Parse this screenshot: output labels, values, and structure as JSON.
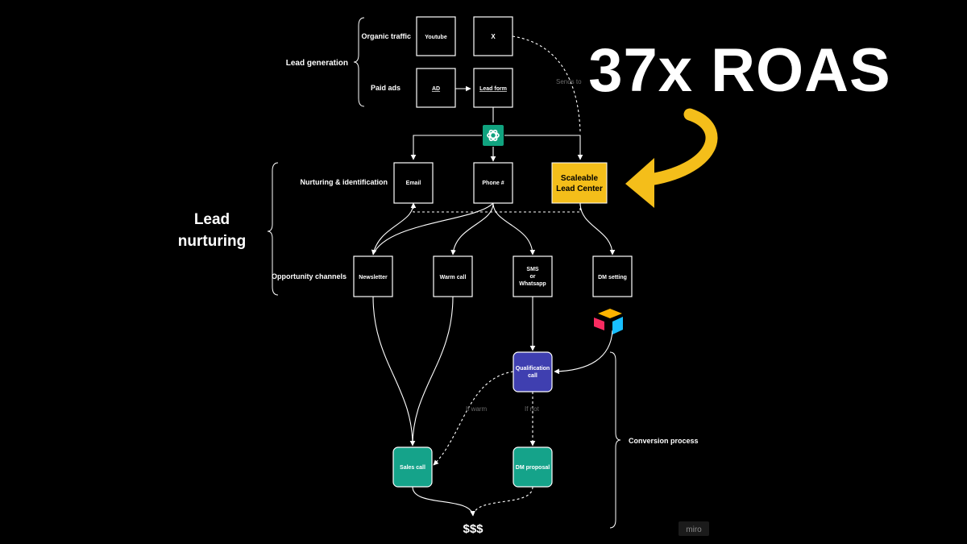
{
  "headline": "37x ROAS",
  "colors": {
    "background": "#000000",
    "accent_yellow": "#F4BE1A",
    "qualification_blue": "#3F3FB0",
    "green_node": "#15A38A",
    "openai_green": "#10A37F"
  },
  "sections": {
    "lead_generation": "Lead generation",
    "organic_traffic": "Organic traffic",
    "paid_ads": "Paid ads",
    "lead_nurturing_line1": "Lead",
    "lead_nurturing_line2": "nurturing",
    "nurturing_identification": "Nurturing & identification",
    "opportunity_channels": "Opportunity channels",
    "conversion_process": "Conversion process"
  },
  "nodes": {
    "youtube": "Youtube",
    "x": "X",
    "ad": "AD",
    "lead_form": "Lead form",
    "email": "Email",
    "phone": "Phone #",
    "lead_center_line1": "Scaleable",
    "lead_center_line2": "Lead Center",
    "newsletter": "Newsletter",
    "warm_call": "Warm call",
    "sms_line1": "SMS",
    "sms_line2": "or",
    "sms_line3": "Whatsapp",
    "dm_setting": "DM setting",
    "qualification_line1": "Qualification",
    "qualification_line2": "call",
    "sales_call": "Sales call",
    "dm_proposal": "DM proposal"
  },
  "edge_labels": {
    "sends_to": "Sends to",
    "if_warm": "If warm",
    "if_not": "If not"
  },
  "result": "$$$",
  "watermark": "miro",
  "icons": {
    "ai": "openai-icon",
    "airtable": "airtable-icon",
    "arrow": "curved-arrow-icon"
  }
}
